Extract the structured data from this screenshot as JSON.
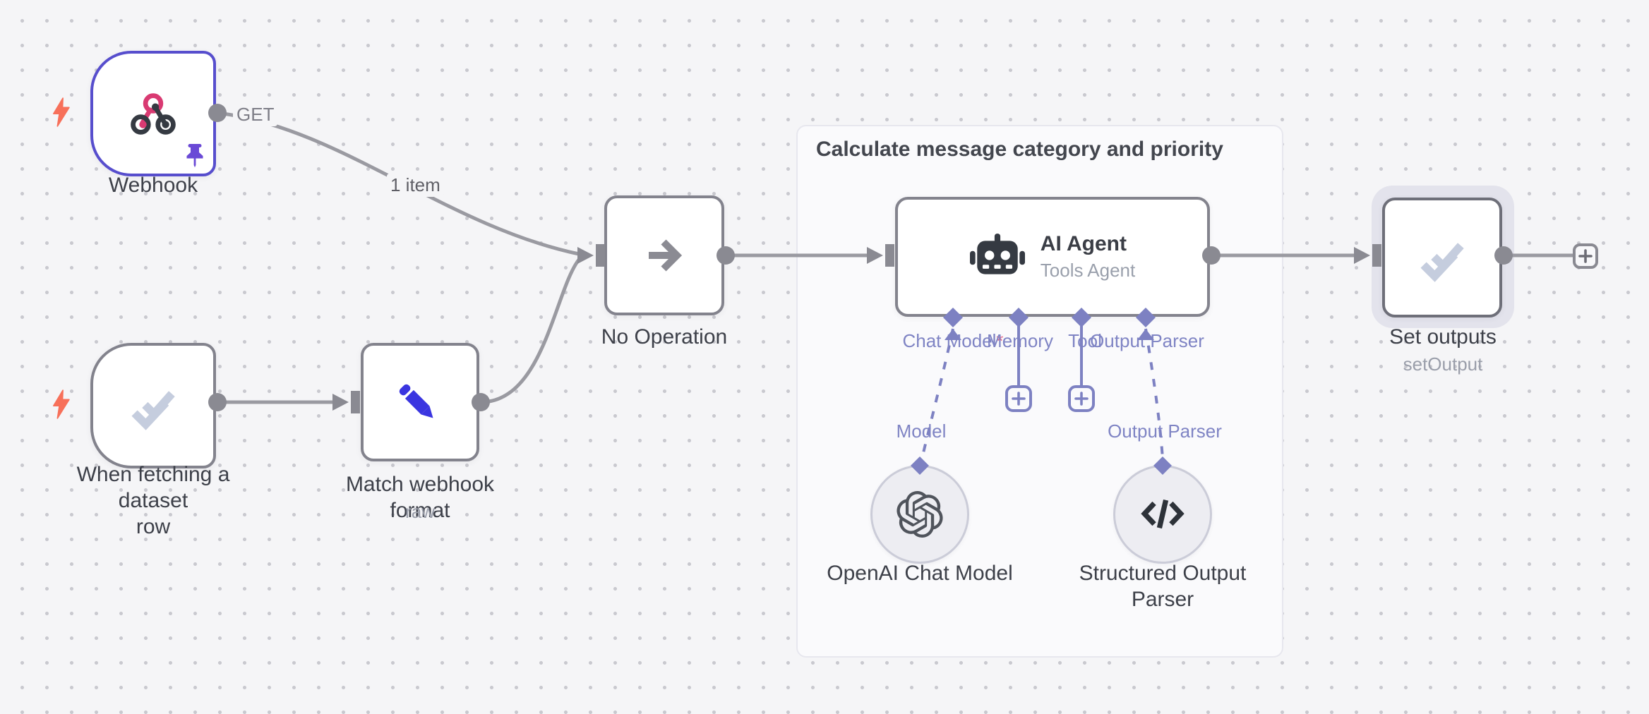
{
  "workflow": {
    "group": {
      "title": "Calculate message category and priority"
    },
    "edge_labels": {
      "webhook_method": "GET",
      "items": "1 item"
    },
    "nodes": {
      "webhook": {
        "label": "Webhook"
      },
      "dataset_trigger": {
        "label_line1": "When fetching a dataset",
        "label_line2": "row"
      },
      "match_format": {
        "label": "Match webhook format",
        "sublabel": "raw"
      },
      "noop": {
        "label": "No Operation"
      },
      "agent": {
        "label": "AI Agent",
        "sublabel": "Tools Agent"
      },
      "set_outputs": {
        "label": "Set outputs",
        "sublabel": "setOutput"
      },
      "openai_model": {
        "label": "OpenAI Chat Model"
      },
      "structured_parser": {
        "label_line1": "Structured Output",
        "label_line2": "Parser"
      }
    },
    "agent_ports": {
      "chat_model": "Chat Model",
      "required_marker": "*",
      "memory": "Memory",
      "tool": "Tool",
      "output_parser": "Output Parser"
    },
    "sub_ports": {
      "model": "Model",
      "output_parser": "Output Parser"
    },
    "colors": {
      "canvas_bg": "#f5f5f7",
      "canvas_dot": "#c9c9cf",
      "node_border": "#83838d",
      "selected_border": "#574ecd",
      "edge_gray": "#9a9aa1",
      "connector_gray": "#8a8a92",
      "ai_purple": "#7d81c2",
      "port_label": "#7f84c4",
      "trigger_bolt": "#f7705a",
      "pencil_blue": "#3a35e0",
      "webhook_pink": "#d93a72",
      "icon_dark": "#353a42",
      "check_light": "#c5cdde",
      "group_bg": "#fafafc",
      "halo": "#e3e3ec"
    }
  }
}
